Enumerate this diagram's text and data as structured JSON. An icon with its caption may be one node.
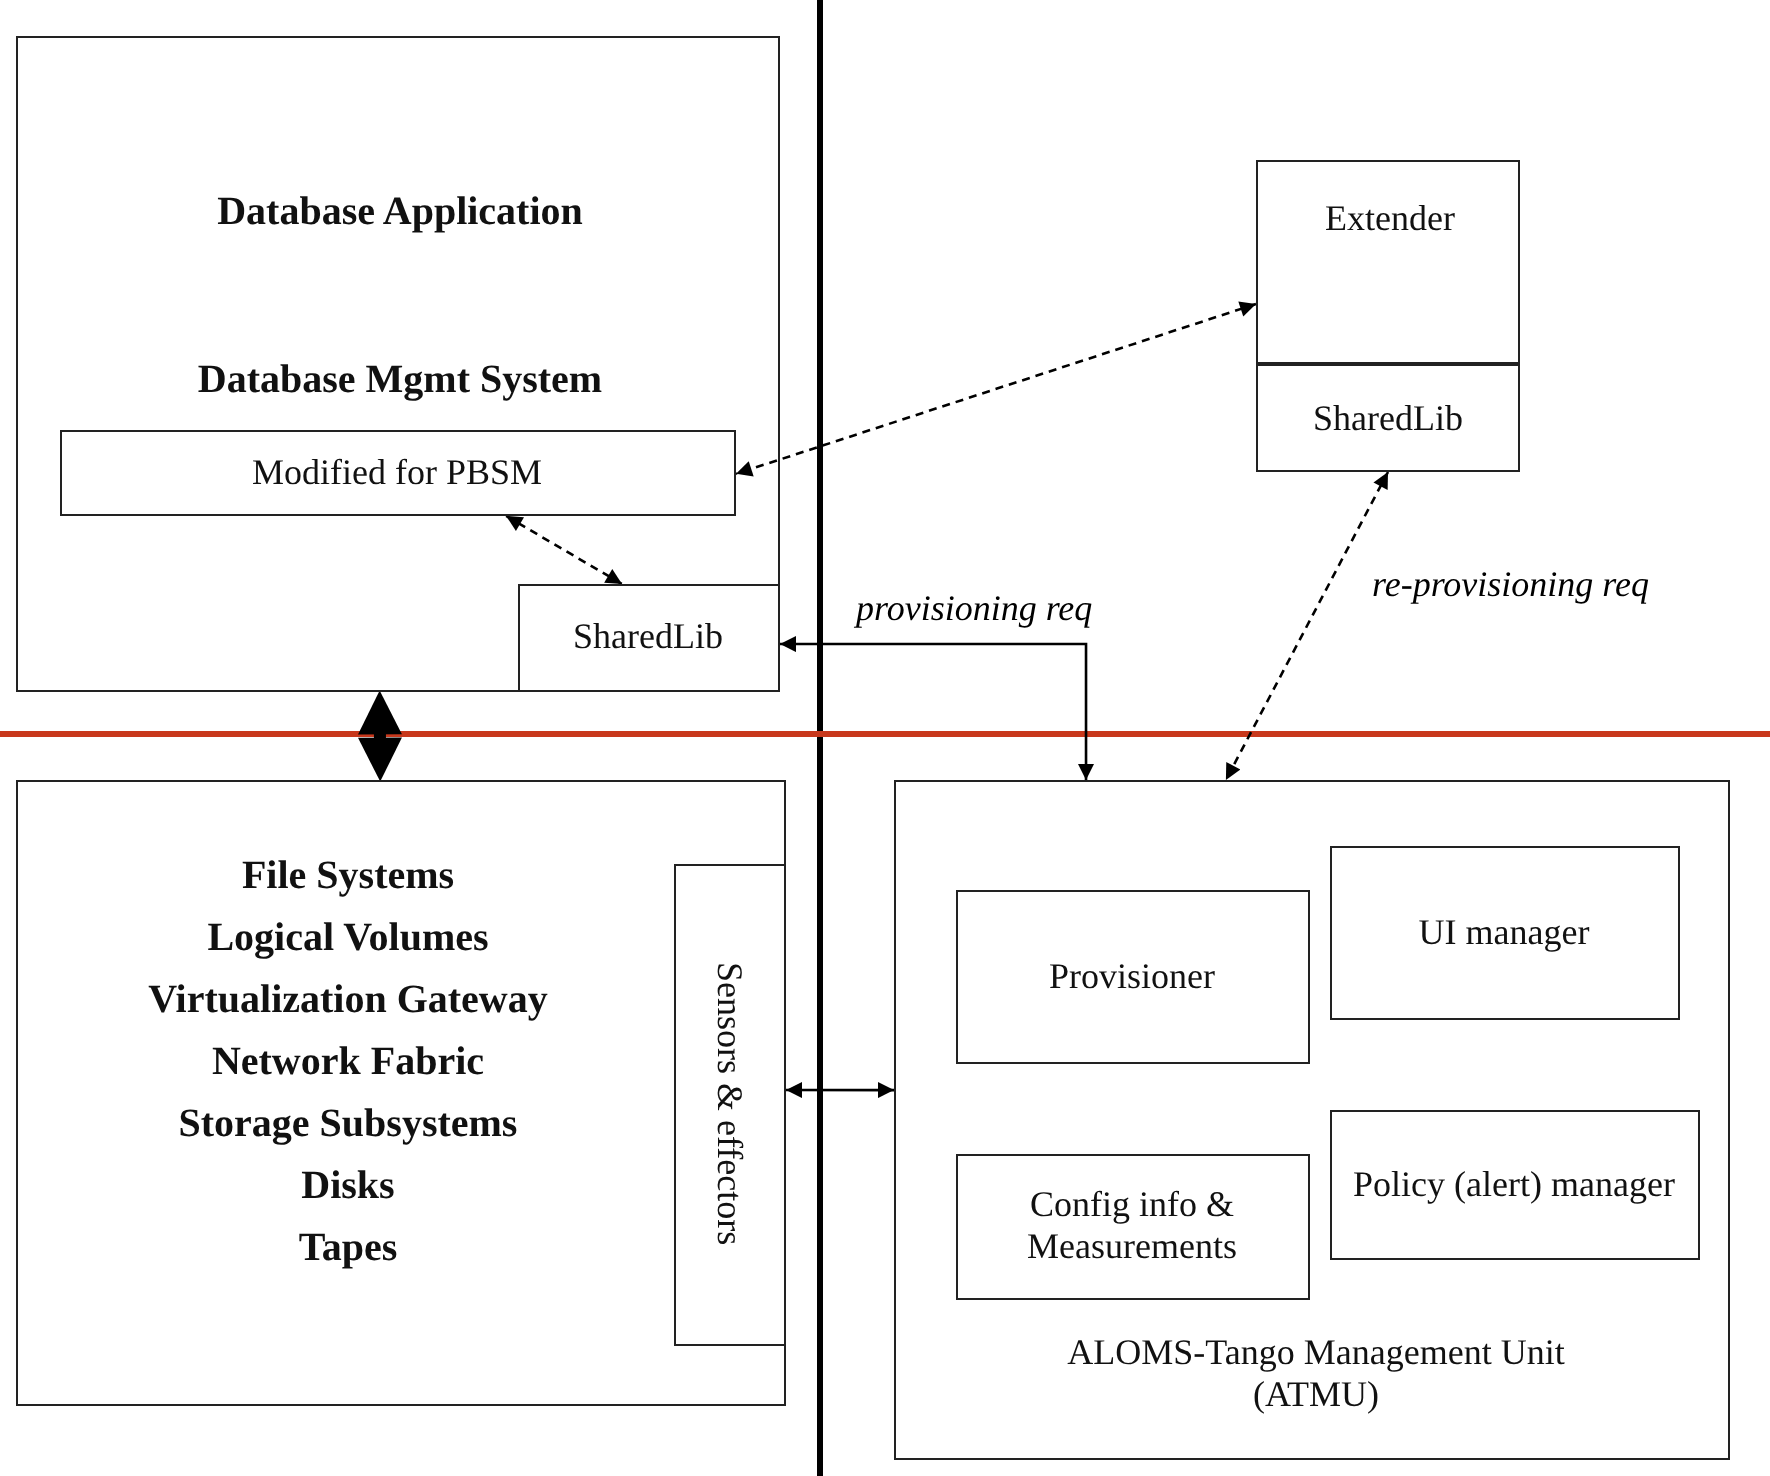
{
  "diagram": {
    "nodes": [
      {
        "text": [
          "Database Application",
          "Database Mgmt System"
        ]
      },
      {
        "text": [
          "Modified for PBSM"
        ],
        "in": 0
      },
      {
        "text": [
          "SharedLib"
        ],
        "in": 0
      },
      {
        "text": [
          "Extender"
        ]
      },
      {
        "text": [
          "SharedLib"
        ]
      },
      {
        "text": [
          "File Systems",
          "Logical Volumes",
          "Virtualization Gateway",
          "Network Fabric",
          "Storage Subsystems",
          "Disks",
          "Tapes"
        ]
      },
      {
        "text": [
          "Sensors & effectors"
        ],
        "in": 5
      },
      {
        "text": [
          "ALOMS-Tango Management Unit (ATMU)"
        ]
      },
      {
        "text": [
          "Provisioner"
        ],
        "in": 7
      },
      {
        "text": [
          "UI manager"
        ],
        "in": 7
      },
      {
        "text": [
          "Config info & Measurements"
        ],
        "in": 7
      },
      {
        "text": [
          "Policy (alert) manager"
        ],
        "in": 7
      }
    ],
    "edges": [
      {
        "from": 3,
        "to": 1,
        "arrow": "both",
        "style": "dashed"
      },
      {
        "from": 1,
        "to": 2,
        "arrow": "both",
        "style": "dashed"
      },
      {
        "from": 7,
        "to": 2,
        "arrow": "both",
        "label": "provisioning req"
      },
      {
        "from": 4,
        "to": 7,
        "arrow": "both",
        "style": "dashed",
        "label": "re-provisioning req"
      },
      {
        "from": 0,
        "to": 5,
        "arrow": "both",
        "style": "thick"
      },
      {
        "from": 6,
        "to": 7,
        "arrow": "both"
      }
    ]
  }
}
